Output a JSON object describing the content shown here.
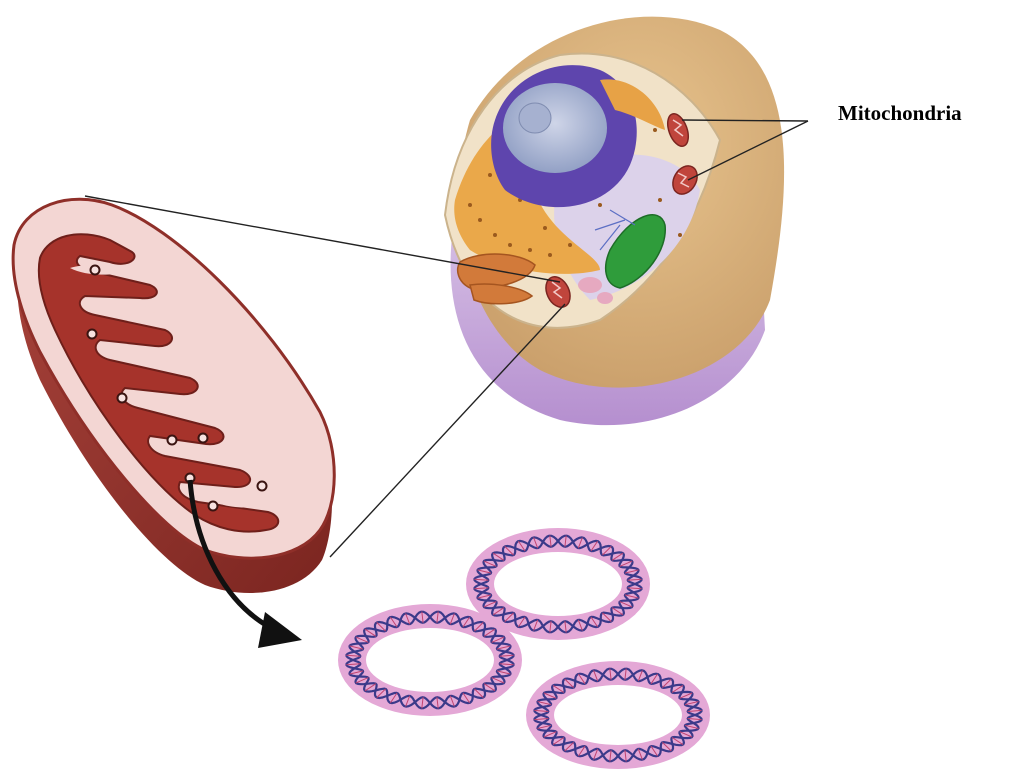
{
  "labels": {
    "mitochondria": "Mitochondria"
  },
  "colors": {
    "membrane": "#8f2f29",
    "matrix": "#f2c9c7",
    "cristae": "#b0372e",
    "cell_body": "#d9b07a",
    "cell_membrane": "#c9b2d9",
    "nucleus": "#6a4fb3",
    "dna_ring": "#e4a8d6",
    "dna_strand": "#3b3a8a",
    "chloroplast": "#2f9c3b",
    "golgi": "#d9833a"
  },
  "components": [
    "animal-cell",
    "mitochondrion-cross-section",
    "mitochondrial-dna-rings"
  ]
}
